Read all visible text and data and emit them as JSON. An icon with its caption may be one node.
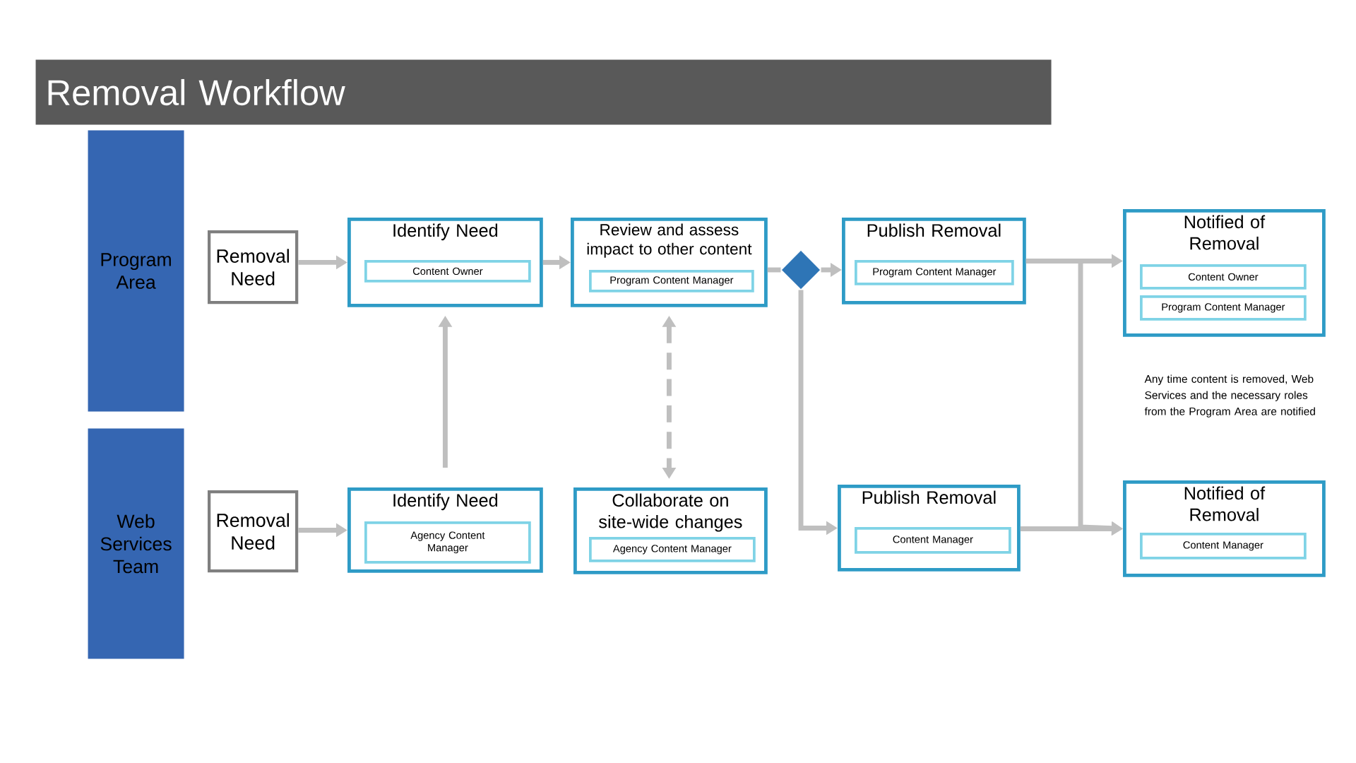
{
  "diagram": {
    "title": "Removal Workflow",
    "nodes": [
      {
        "text": [
          "Program Area"
        ]
      },
      {
        "text": [
          "Removal Need"
        ]
      },
      {
        "text": [
          "Identify Need"
        ]
      },
      {
        "text": [
          "Content Owner"
        ],
        "in": 2
      },
      {
        "text": [
          "Review and assess impact to other content"
        ]
      },
      {
        "text": [
          "Program Content Manager"
        ],
        "in": 4
      },
      {
        "text": [],
        "shape": "diamond"
      },
      {
        "text": [
          "Publish Removal"
        ]
      },
      {
        "text": [
          "Program Content Manager"
        ],
        "in": 7
      },
      {
        "text": [
          "Notified of Removal"
        ]
      },
      {
        "text": [
          "Content Owner"
        ],
        "in": 9
      },
      {
        "text": [
          "Program Content Manager"
        ],
        "in": 9
      },
      {
        "text": [
          "Web Services Team"
        ]
      },
      {
        "text": [
          "Removal Need"
        ]
      },
      {
        "text": [
          "Identify Need"
        ]
      },
      {
        "text": [
          "Agency Content Manager"
        ],
        "in": 14
      },
      {
        "text": [
          "Collaborate on site-wide changes"
        ]
      },
      {
        "text": [
          "Agency Content Manager"
        ],
        "in": 16
      },
      {
        "text": [
          "Publish Removal"
        ]
      },
      {
        "text": [
          "Content Manager"
        ],
        "in": 18
      },
      {
        "text": [
          "Notified of Removal"
        ]
      },
      {
        "text": [
          "Content Manager"
        ],
        "in": 20
      }
    ],
    "edges": [
      {
        "from": 1,
        "to": 2,
        "arrow": "to"
      },
      {
        "from": 2,
        "to": 4,
        "arrow": "to"
      },
      {
        "from": 4,
        "to": 6,
        "arrow": "none"
      },
      {
        "from": 6,
        "to": 7,
        "arrow": "to"
      },
      {
        "from": 7,
        "to": 9,
        "arrow": "to"
      },
      {
        "from": 6,
        "to": 18,
        "arrow": "to"
      },
      {
        "from": 7,
        "to": 20,
        "arrow": "to"
      },
      {
        "from": 13,
        "to": 14,
        "arrow": "to"
      },
      {
        "from": 14,
        "to": 2,
        "arrow": "to"
      },
      {
        "from": 4,
        "to": 16,
        "arrow": "both",
        "style": "dashed"
      },
      {
        "from": 18,
        "to": 20,
        "arrow": "to"
      }
    ],
    "labels": [
      "Any time content is removed, Web Services and the necessary roles from the Program Area are notified"
    ]
  }
}
